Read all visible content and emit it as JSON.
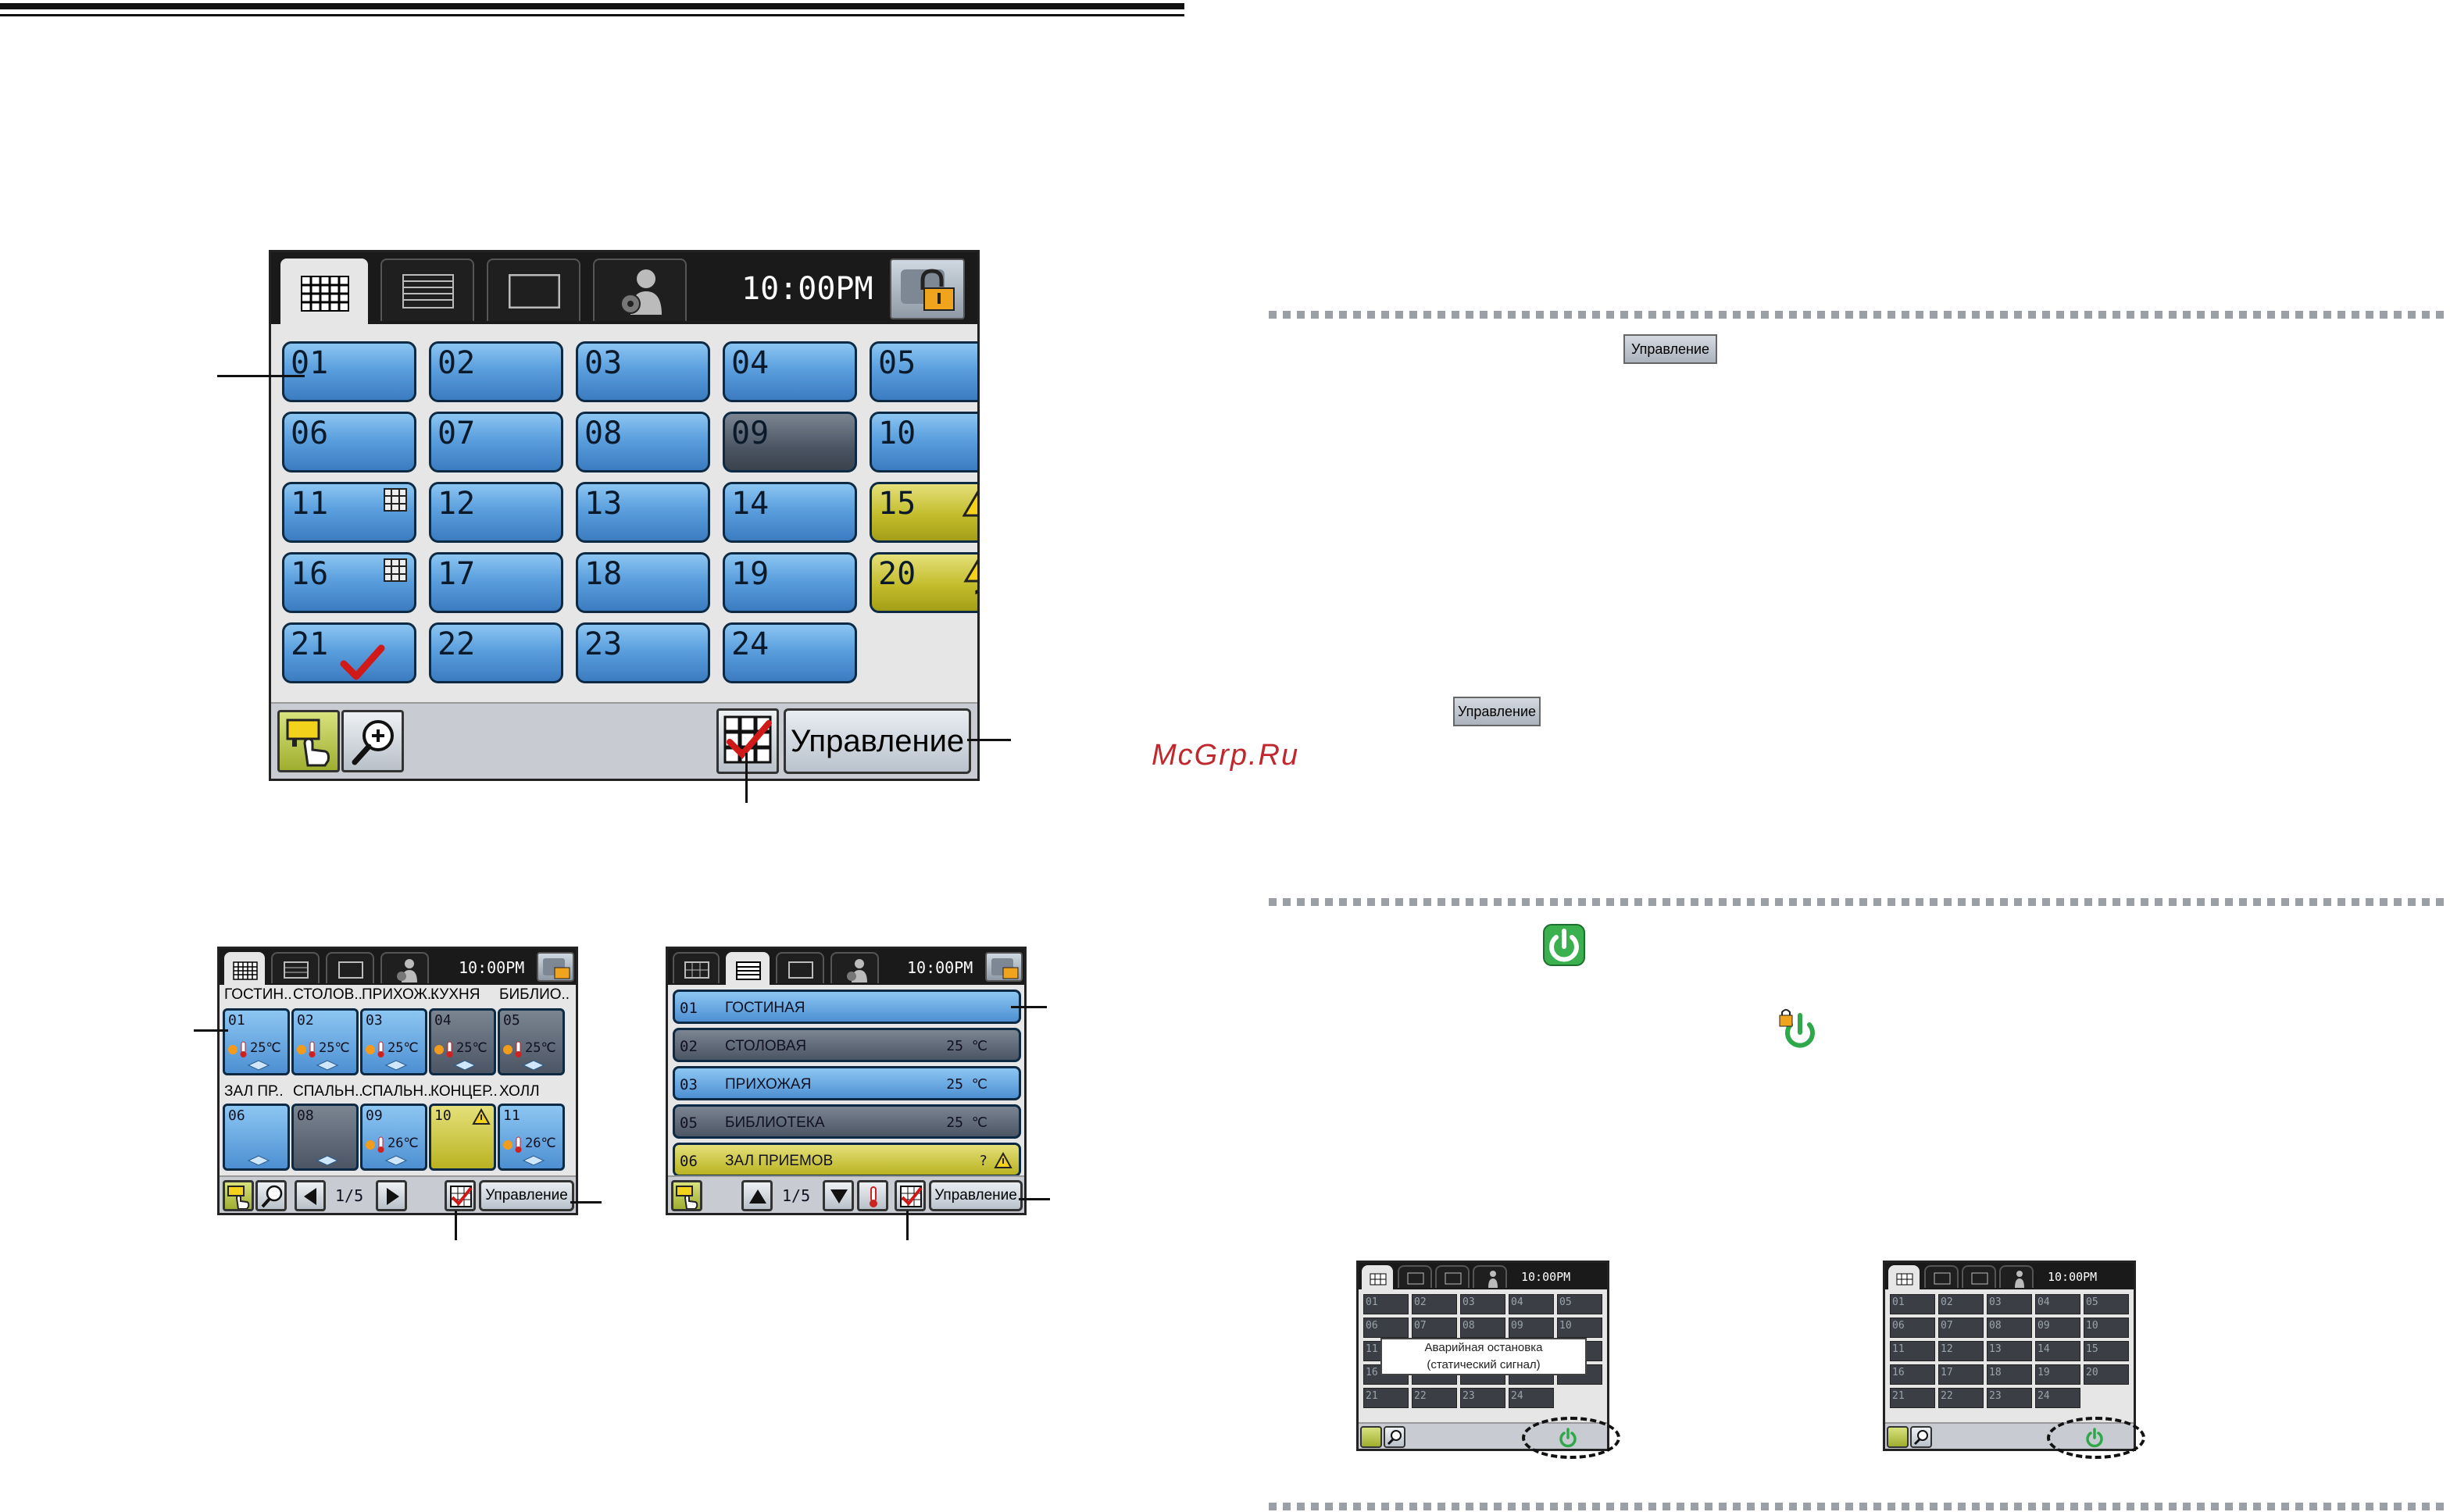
{
  "watermark": "McGrp.Ru",
  "time": "10:00PM",
  "control_label": "Управление",
  "main_screen": {
    "cells": [
      {
        "num": "01",
        "state": "blue"
      },
      {
        "num": "02",
        "state": "blue"
      },
      {
        "num": "03",
        "state": "blue"
      },
      {
        "num": "04",
        "state": "blue"
      },
      {
        "num": "05",
        "state": "blue"
      },
      {
        "num": "06",
        "state": "blue"
      },
      {
        "num": "07",
        "state": "blue"
      },
      {
        "num": "08",
        "state": "blue"
      },
      {
        "num": "09",
        "state": "gray"
      },
      {
        "num": "10",
        "state": "blue"
      },
      {
        "num": "11",
        "state": "blue",
        "icon": "group-icon"
      },
      {
        "num": "12",
        "state": "blue"
      },
      {
        "num": "13",
        "state": "blue"
      },
      {
        "num": "14",
        "state": "blue"
      },
      {
        "num": "15",
        "state": "yellow",
        "icon": "warning-icon"
      },
      {
        "num": "16",
        "state": "blue",
        "icon": "group-icon"
      },
      {
        "num": "17",
        "state": "blue"
      },
      {
        "num": "18",
        "state": "blue"
      },
      {
        "num": "19",
        "state": "blue"
      },
      {
        "num": "20",
        "state": "yellow",
        "icon": "warning-question-icon"
      },
      {
        "num": "21",
        "state": "blue",
        "icon": "checkmark-icon"
      },
      {
        "num": "22",
        "state": "blue"
      },
      {
        "num": "23",
        "state": "blue"
      },
      {
        "num": "24",
        "state": "blue"
      }
    ]
  },
  "grid_screen": {
    "page": "1/5",
    "groups": [
      {
        "label": "ГОСТИН..",
        "num": "01",
        "temp": "25℃",
        "state": "blue"
      },
      {
        "label": "СТОЛОВ..",
        "num": "02",
        "temp": "25℃",
        "state": "blue"
      },
      {
        "label": "ПРИХОЖ..",
        "num": "03",
        "temp": "25℃",
        "state": "blue"
      },
      {
        "label": "КУХНЯ",
        "num": "04",
        "temp": "25℃",
        "state": "gray"
      },
      {
        "label": "БИБЛИО..",
        "num": "05",
        "temp": "25℃",
        "state": "gray"
      },
      {
        "label": "ЗАЛ ПР..",
        "num": "06",
        "temp": "",
        "state": "blue"
      },
      {
        "label": "СПАЛЬН..",
        "num": "08",
        "temp": "",
        "state": "gray"
      },
      {
        "label": "СПАЛЬН..",
        "num": "09",
        "temp": "26℃",
        "state": "blue"
      },
      {
        "label": "КОНЦЕР..",
        "num": "10",
        "temp": "",
        "state": "yellow"
      },
      {
        "label": "ХОЛЛ",
        "num": "11",
        "temp": "26℃",
        "state": "blue"
      }
    ]
  },
  "list_screen": {
    "page": "1/5",
    "rows": [
      {
        "num": "01",
        "name": "ГОСТИНАЯ",
        "temp": "",
        "state": "blue"
      },
      {
        "num": "02",
        "name": "СТОЛОВАЯ",
        "temp": "25 ℃",
        "state": "gray"
      },
      {
        "num": "03",
        "name": "ПРИХОЖАЯ",
        "temp": "25 ℃",
        "state": "blue"
      },
      {
        "num": "05",
        "name": "БИБЛИОТЕКА",
        "temp": "25 ℃",
        "state": "gray"
      },
      {
        "num": "06",
        "name": "ЗАЛ ПРИЕМОВ",
        "temp": "?",
        "state": "yellow"
      }
    ]
  },
  "emergency_screen": {
    "line1": "Аварийная остановка",
    "line2": "(статический сигнал)",
    "cells": [
      "01",
      "02",
      "03",
      "04",
      "05",
      "06",
      "07",
      "08",
      "09",
      "10",
      "11",
      "12",
      "13",
      "14",
      "15",
      "16",
      "17",
      "18",
      "19",
      "20",
      "21",
      "22",
      "23",
      "24"
    ]
  },
  "colors": {
    "blue_cell": "#5b9fde",
    "gray_cell": "#4b5563",
    "yellow_cell": "#c3bd2c",
    "power_green": "#2ea84a",
    "watermark": "#c0282d"
  }
}
